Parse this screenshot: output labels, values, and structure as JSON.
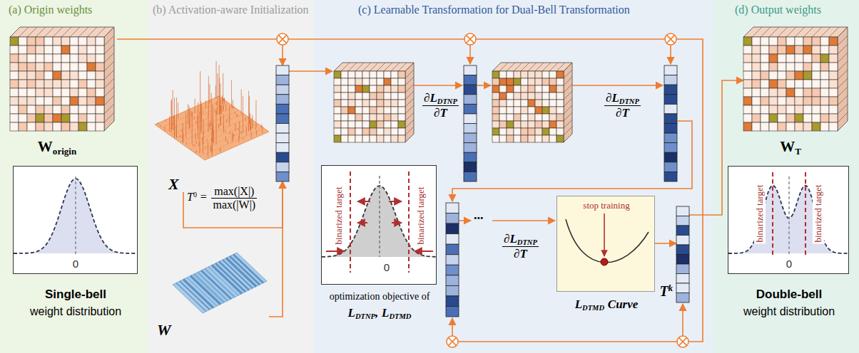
{
  "diagram": {
    "nodes": [
      {
        "text": [
          "(a) Origin weights"
        ]
      },
      {
        "text": [
          "(b) Activation-aware Initialization"
        ]
      },
      {
        "text": [
          "(c) Learnable Transformation for Dual-Bell Transformation"
        ]
      },
      {
        "text": [
          "(d) Output weights"
        ]
      },
      {
        "text": [
          "W",
          "origin"
        ],
        "in": 0
      },
      {
        "text": [
          "0",
          "Single-bell",
          "weight distribution"
        ],
        "in": 0
      },
      {
        "text": [
          "X"
        ],
        "in": 1
      },
      {
        "text": [
          "W"
        ],
        "in": 1
      },
      {
        "text": [
          "T",
          "0",
          "=",
          "max(|X|)",
          "max(|W|)"
        ],
        "in": 1
      },
      {
        "text": [
          "binarized target",
          "binarized target",
          "0",
          "optimization objective of",
          "L",
          "DTNP",
          ",",
          "L",
          "DTMD"
        ],
        "in": 2
      },
      {
        "text": [
          "stop training",
          "L",
          "DTMD",
          "Curve"
        ],
        "in": 2
      },
      {
        "text": [
          "T",
          "k"
        ],
        "in": 2
      },
      {
        "text": [
          "W",
          "T"
        ],
        "in": 3
      },
      {
        "text": [
          "binarized target",
          "binarized target",
          "0",
          "Double-bell",
          "weight distribution"
        ],
        "in": 3
      }
    ],
    "edges": [
      {
        "from": 4,
        "to": 8,
        "arrow": "to"
      },
      {
        "from": 6,
        "to": 8,
        "arrow": "to"
      },
      {
        "from": 7,
        "to": 8,
        "arrow": "to"
      },
      {
        "from": 10,
        "to": 11,
        "arrow": "to"
      },
      {
        "from": 11,
        "to": 12,
        "arrow": "to"
      }
    ],
    "labels": [
      "∂L",
      "DTNP",
      "∂T",
      "∂L",
      "DTNP",
      "∂T",
      "∂L",
      "DTNP",
      "∂T",
      "..."
    ]
  }
}
